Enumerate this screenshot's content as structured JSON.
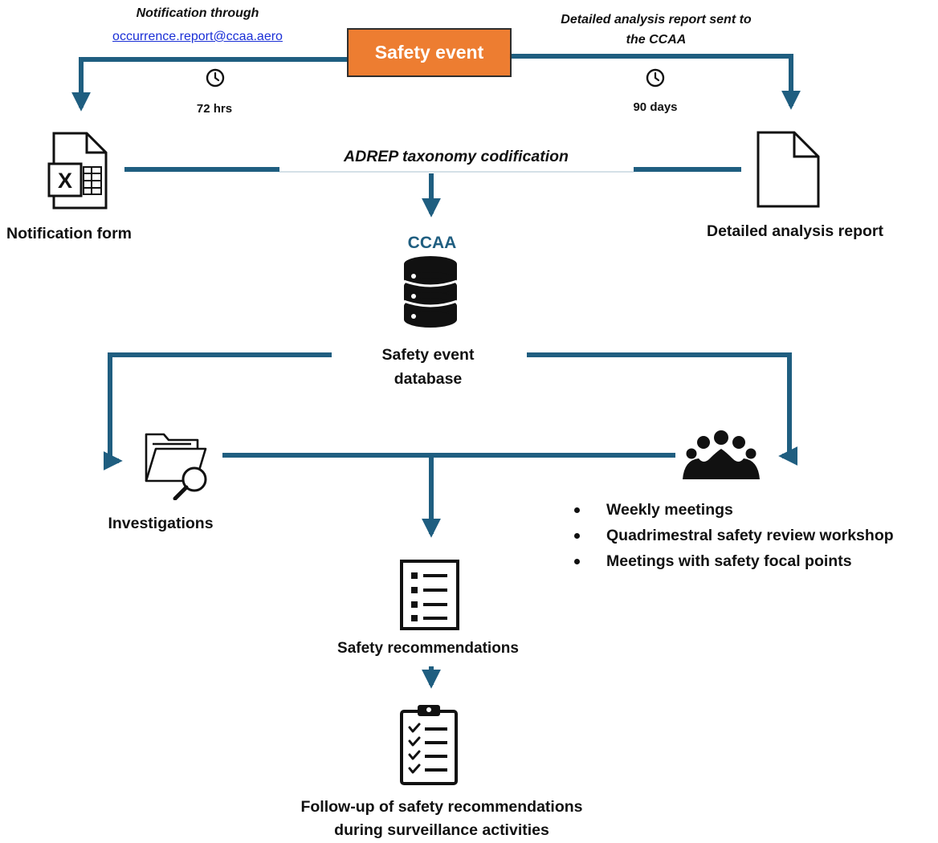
{
  "diagram": {
    "colors": {
      "flow": "#1F5E80",
      "event_box": "#ED7D31",
      "ccaa_label": "#1F5E80"
    },
    "safety_event": "Safety event",
    "notification_title": "Notification through",
    "notification_email": "occurrence.report@ccaa.aero",
    "time_left": "72 hrs",
    "detailed_title_line1": "Detailed analysis report sent to",
    "detailed_title_line2": "the CCAA",
    "time_right": "90 days",
    "taxonomy": "ADREP taxonomy codification",
    "notification_form": "Notification form",
    "detailed_report": "Detailed analysis report",
    "ccaa": "CCAA",
    "database_line1": "Safety event",
    "database_line2": "database",
    "investigations": "Investigations",
    "meetings": [
      "Weekly meetings",
      "Quadrimestral safety review workshop",
      "Meetings with safety focal points"
    ],
    "recommendations": "Safety recommendations",
    "followup_line1": "Follow-up of safety recommendations",
    "followup_line2": "during surveillance activities",
    "icons": [
      "clock-icon",
      "excel-document-icon",
      "document-icon",
      "database-icon",
      "folder-search-icon",
      "meeting-group-icon",
      "checklist-icon",
      "clipboard-check-icon"
    ]
  }
}
